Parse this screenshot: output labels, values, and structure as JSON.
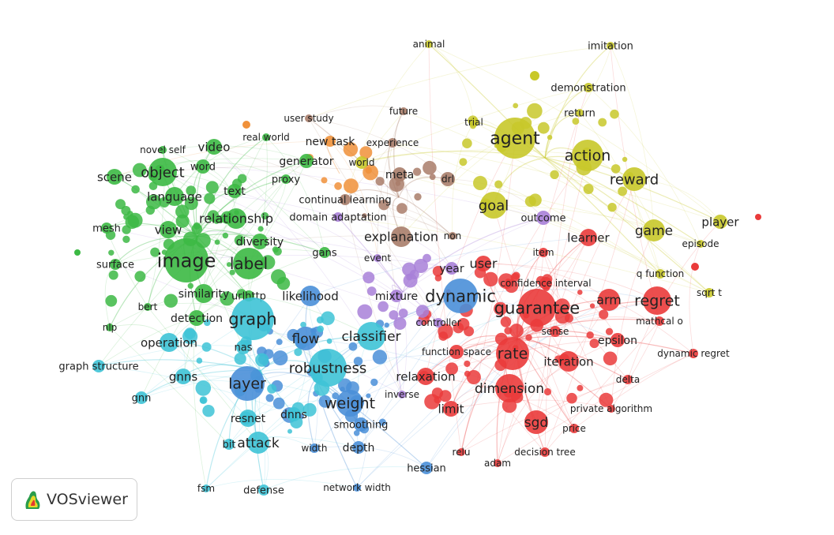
{
  "app": {
    "logo_text": "VOSviewer"
  },
  "colors": {
    "red": "#ea3b3b",
    "yellow": "#c8c82a",
    "green": "#3cb944",
    "blue": "#4a8fd8",
    "cyan": "#3ec3d6",
    "purple": "#a880d8",
    "brown": "#a97d6a",
    "orange": "#f0913a"
  },
  "terms": [
    {
      "label": "agent",
      "cluster": "yellow"
    },
    {
      "label": "action",
      "cluster": "yellow"
    },
    {
      "label": "reward",
      "cluster": "yellow"
    },
    {
      "label": "goal",
      "cluster": "yellow"
    },
    {
      "label": "game",
      "cluster": "yellow"
    },
    {
      "label": "player",
      "cluster": "yellow"
    },
    {
      "label": "episode",
      "cluster": "yellow"
    },
    {
      "label": "imitation",
      "cluster": "yellow"
    },
    {
      "label": "animal",
      "cluster": "yellow"
    },
    {
      "label": "demonstration",
      "cluster": "yellow"
    },
    {
      "label": "return",
      "cluster": "yellow"
    },
    {
      "label": "trial",
      "cluster": "yellow"
    },
    {
      "label": "world",
      "cluster": "yellow"
    },
    {
      "label": "q function",
      "cluster": "yellow"
    },
    {
      "label": "sqrt t",
      "cluster": "yellow"
    },
    {
      "label": "future",
      "cluster": "brown"
    },
    {
      "label": "experience",
      "cluster": "brown"
    },
    {
      "label": "meta",
      "cluster": "brown"
    },
    {
      "label": "user study",
      "cluster": "brown"
    },
    {
      "label": "continual learning",
      "cluster": "brown"
    },
    {
      "label": "explanation",
      "cluster": "brown"
    },
    {
      "label": "drl",
      "cluster": "brown"
    },
    {
      "label": "non",
      "cluster": "brown"
    },
    {
      "label": "new task",
      "cluster": "orange"
    },
    {
      "label": "outcome",
      "cluster": "purple"
    },
    {
      "label": "domain adaptation",
      "cluster": "purple"
    },
    {
      "label": "event",
      "cluster": "purple"
    },
    {
      "label": "mixture",
      "cluster": "purple"
    },
    {
      "label": "year",
      "cluster": "purple"
    },
    {
      "label": "controller",
      "cluster": "purple"
    },
    {
      "label": "inverse",
      "cluster": "purple"
    },
    {
      "label": "image",
      "cluster": "green"
    },
    {
      "label": "object",
      "cluster": "green"
    },
    {
      "label": "video",
      "cluster": "green"
    },
    {
      "label": "scene",
      "cluster": "green"
    },
    {
      "label": "word",
      "cluster": "green"
    },
    {
      "label": "language",
      "cluster": "green"
    },
    {
      "label": "text",
      "cluster": "green"
    },
    {
      "label": "relationship",
      "cluster": "green"
    },
    {
      "label": "view",
      "cluster": "green"
    },
    {
      "label": "mesh",
      "cluster": "green"
    },
    {
      "label": "surface",
      "cluster": "green"
    },
    {
      "label": "label",
      "cluster": "green"
    },
    {
      "label": "diversity",
      "cluster": "green"
    },
    {
      "label": "gans",
      "cluster": "green"
    },
    {
      "label": "generator",
      "cluster": "green"
    },
    {
      "label": "proxy",
      "cluster": "green"
    },
    {
      "label": "real world",
      "cluster": "green"
    },
    {
      "label": "novel self",
      "cluster": "green"
    },
    {
      "label": "similarity",
      "cluster": "green"
    },
    {
      "label": "urlhttp",
      "cluster": "green"
    },
    {
      "label": "bert",
      "cluster": "green"
    },
    {
      "label": "nlp",
      "cluster": "green"
    },
    {
      "label": "detection",
      "cluster": "green"
    },
    {
      "label": "graph",
      "cluster": "cyan"
    },
    {
      "label": "operation",
      "cluster": "cyan"
    },
    {
      "label": "graph structure",
      "cluster": "cyan"
    },
    {
      "label": "gnn",
      "cluster": "cyan"
    },
    {
      "label": "gnns",
      "cluster": "cyan"
    },
    {
      "label": "nas",
      "cluster": "cyan"
    },
    {
      "label": "robustness",
      "cluster": "cyan"
    },
    {
      "label": "classifier",
      "cluster": "cyan"
    },
    {
      "label": "attack",
      "cluster": "cyan"
    },
    {
      "label": "bit",
      "cluster": "cyan"
    },
    {
      "label": "fsm",
      "cluster": "cyan"
    },
    {
      "label": "defense",
      "cluster": "cyan"
    },
    {
      "label": "resnet",
      "cluster": "cyan"
    },
    {
      "label": "dnns",
      "cluster": "cyan"
    },
    {
      "label": "layer",
      "cluster": "blue"
    },
    {
      "label": "weight",
      "cluster": "blue"
    },
    {
      "label": "flow",
      "cluster": "blue"
    },
    {
      "label": "likelihood",
      "cluster": "blue"
    },
    {
      "label": "smoothing",
      "cluster": "blue"
    },
    {
      "label": "width",
      "cluster": "blue"
    },
    {
      "label": "depth",
      "cluster": "blue"
    },
    {
      "label": "network width",
      "cluster": "blue"
    },
    {
      "label": "hessian",
      "cluster": "blue"
    },
    {
      "label": "dynamic",
      "cluster": "blue"
    },
    {
      "label": "guarantee",
      "cluster": "red"
    },
    {
      "label": "rate",
      "cluster": "red"
    },
    {
      "label": "regret",
      "cluster": "red"
    },
    {
      "label": "dimension",
      "cluster": "red"
    },
    {
      "label": "learner",
      "cluster": "red"
    },
    {
      "label": "user",
      "cluster": "red"
    },
    {
      "label": "item",
      "cluster": "red"
    },
    {
      "label": "confidence interval",
      "cluster": "red"
    },
    {
      "label": "arm",
      "cluster": "red"
    },
    {
      "label": "sense",
      "cluster": "red"
    },
    {
      "label": "epsilon",
      "cluster": "red"
    },
    {
      "label": "iteration",
      "cluster": "red"
    },
    {
      "label": "function space",
      "cluster": "red"
    },
    {
      "label": "relaxation",
      "cluster": "red"
    },
    {
      "label": "limit",
      "cluster": "red"
    },
    {
      "label": "sgd",
      "cluster": "red"
    },
    {
      "label": "price",
      "cluster": "red"
    },
    {
      "label": "private algorithm",
      "cluster": "red"
    },
    {
      "label": "delta",
      "cluster": "red"
    },
    {
      "label": "dynamic regret",
      "cluster": "red"
    },
    {
      "label": "mathcal o",
      "cluster": "red"
    },
    {
      "label": "relu",
      "cluster": "red"
    },
    {
      "label": "adam",
      "cluster": "red"
    },
    {
      "label": "decision tree",
      "cluster": "red"
    }
  ]
}
